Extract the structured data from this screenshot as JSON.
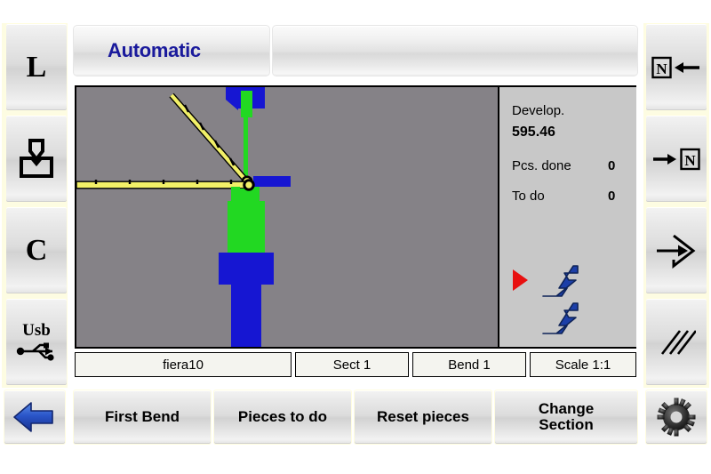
{
  "header": {
    "active_tab": "Automatic",
    "secondary_tab": ""
  },
  "left_rail": {
    "items": [
      {
        "label": "L",
        "icon": "letter-l-icon"
      },
      {
        "label": "",
        "icon": "punch-die-tooling-icon"
      },
      {
        "label": "C",
        "icon": "letter-c-icon"
      },
      {
        "label": "Usb",
        "icon": "usb-icon"
      }
    ]
  },
  "right_rail": {
    "items": [
      {
        "label": "N",
        "icon": "n-arrow-left-icon"
      },
      {
        "label": "N",
        "icon": "arrow-right-n-icon"
      },
      {
        "label": "",
        "icon": "arrow-into-chevron-icon"
      },
      {
        "label": "",
        "icon": "triple-slash-icon"
      }
    ]
  },
  "info_panel": {
    "develop_label": "Develop.",
    "develop_value": "595.46",
    "pcs_done_label": "Pcs. done",
    "pcs_done_value": "0",
    "to_do_label": "To do",
    "to_do_value": "0",
    "bend_sequence": [
      {
        "name": "bend-profile-1",
        "selected": true
      },
      {
        "name": "bend-profile-2",
        "selected": false
      }
    ],
    "marker_color": "#e81010",
    "profile_color": "#1c3fa8"
  },
  "status_bar": {
    "program_name": "fiera10",
    "section": "Sect  1",
    "bend": "Bend 1",
    "scale": "Scale 1:1"
  },
  "function_keys": [
    {
      "label": "First Bend"
    },
    {
      "label": "Pieces to do"
    },
    {
      "label": "Reset pieces"
    },
    {
      "label": "Change\nSection"
    }
  ],
  "corner_keys": {
    "back": {
      "icon": "blue-left-arrow-icon"
    },
    "settings": {
      "icon": "gear-icon"
    }
  },
  "graphic": {
    "viewport_bg": "#858287",
    "workpiece_color": "#f2f068",
    "tool_green": "#22d822",
    "tool_blue": "#1616d2"
  }
}
